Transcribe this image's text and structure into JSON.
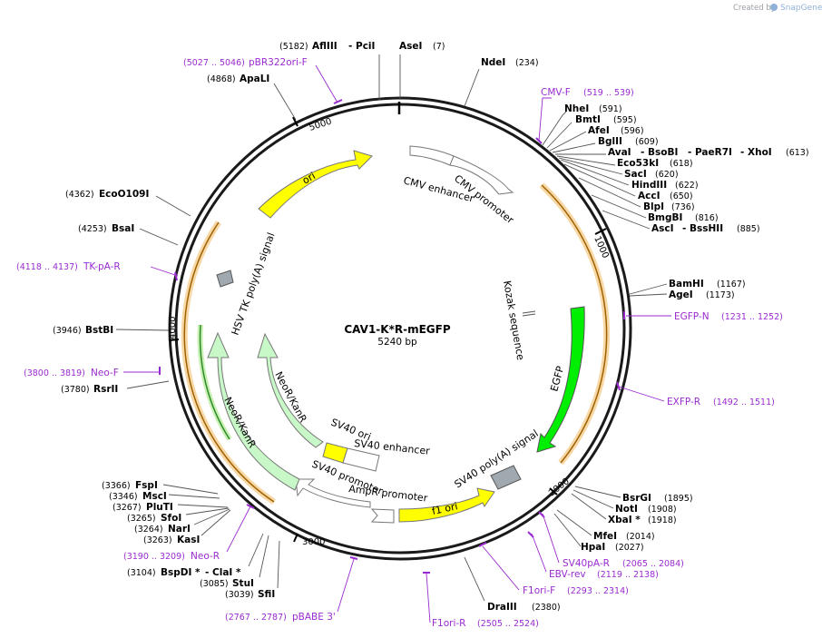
{
  "credit": {
    "prefix": "Created by",
    "brand": "SnapGene"
  },
  "plasmid": {
    "name": "CAV1-K*R-mEGFP",
    "length": "5240 bp"
  },
  "ticks": {
    "t1000": "1000",
    "t2000": "2000",
    "t3000": "3000",
    "t4000": "4000",
    "t5000": "5000"
  },
  "features": {
    "ori": "ori",
    "cmv_enhancer": "CMV enhancer",
    "cmv_promoter": "CMV promoter",
    "kozak": "Kozak sequence",
    "egfp": "EGFP",
    "sv40_polya": "SV40 poly(A) signal",
    "f1_ori": "f1 ori",
    "ampr_promoter": "AmpR promoter",
    "sv40_promoter": "SV40 promoter",
    "sv40_ori": "SV40 ori",
    "sv40_enhancer": "SV40 enhancer",
    "neor_inner": "NeoR/KanR",
    "neor_outer": "NeoR/KanR",
    "hsv_tk": "HSV TK poly(A) signal"
  },
  "sites": {
    "afliii": {
      "name": "AflIII",
      "pos": "(5182)"
    },
    "pcii": {
      "name": "- PciI"
    },
    "asei": {
      "name": "AseI",
      "pos": "(7)"
    },
    "ndei": {
      "name": "NdeI",
      "pos": "(234)"
    },
    "nhei": {
      "name": "NheI",
      "pos": "(591)"
    },
    "bmti": {
      "name": "BmtI",
      "pos": "(595)"
    },
    "afei": {
      "name": "AfeI",
      "pos": "(596)"
    },
    "bglii": {
      "name": "BglII",
      "pos": "(609)"
    },
    "avai": {
      "name": "AvaI",
      "name2": "- BsoBI",
      "name3": "- PaeR7I",
      "name4": "- XhoI",
      "pos": "(613)"
    },
    "eco53ki": {
      "name": "Eco53kI",
      "pos": "(618)"
    },
    "saci": {
      "name": "SacI",
      "pos": "(620)"
    },
    "hindiii": {
      "name": "HindIII",
      "pos": "(622)"
    },
    "acci": {
      "name": "AccI",
      "pos": "(650)"
    },
    "blpi": {
      "name": "BlpI",
      "pos": "(736)"
    },
    "bmgbi": {
      "name": "BmgBI",
      "pos": "(816)"
    },
    "asci": {
      "name": "AscI",
      "name2": "- BssHII",
      "pos": "(885)"
    },
    "bamhi": {
      "name": "BamHI",
      "pos": "(1167)"
    },
    "agei": {
      "name": "AgeI",
      "pos": "(1173)"
    },
    "bsrgi": {
      "name": "BsrGI",
      "pos": "(1895)"
    },
    "noti": {
      "name": "NotI",
      "pos": "(1908)"
    },
    "xbai": {
      "name": "XbaI *",
      "pos": "(1918)"
    },
    "mfei": {
      "name": "MfeI",
      "pos": "(2014)"
    },
    "hpai": {
      "name": "HpaI",
      "pos": "(2027)"
    },
    "draiii": {
      "name": "DraIII",
      "pos": "(2380)"
    },
    "sfii": {
      "name": "SfiI",
      "pos": "(3039)"
    },
    "stui": {
      "name": "StuI",
      "pos": "(3085)"
    },
    "bspdi": {
      "name": "BspDI *",
      "name2": "- ClaI *",
      "pos": "(3104)"
    },
    "kasi": {
      "name": "KasI",
      "pos": "(3263)"
    },
    "nari": {
      "name": "NarI",
      "pos": "(3264)"
    },
    "sfoi": {
      "name": "SfoI",
      "pos": "(3265)"
    },
    "pluti": {
      "name": "PluTI",
      "pos": "(3267)"
    },
    "msci": {
      "name": "MscI",
      "pos": "(3346)"
    },
    "fspi": {
      "name": "FspI",
      "pos": "(3366)"
    },
    "rsrii": {
      "name": "RsrII",
      "pos": "(3780)"
    },
    "bstbi": {
      "name": "BstBI",
      "pos": "(3946)"
    },
    "bsai": {
      "name": "BsaI",
      "pos": "(4253)"
    },
    "eco0109i": {
      "name": "EcoO109I",
      "pos": "(4362)"
    },
    "apali": {
      "name": "ApaLI",
      "pos": "(4868)"
    }
  },
  "primers": {
    "pbr322": {
      "name": "pBR322ori-F",
      "range": "(5027 .. 5046)"
    },
    "cmvf": {
      "name": "CMV-F",
      "range": "(519 .. 539)"
    },
    "egfpn": {
      "name": "EGFP-N",
      "range": "(1231 .. 1252)"
    },
    "exfpr": {
      "name": "EXFP-R",
      "range": "(1492 .. 1511)"
    },
    "sv40par": {
      "name": "SV40pA-R",
      "range": "(2065 .. 2084)"
    },
    "ebvrev": {
      "name": "EBV-rev",
      "range": "(2119 .. 2138)"
    },
    "f1orif": {
      "name": "F1ori-F",
      "range": "(2293 .. 2314)"
    },
    "f1orir": {
      "name": "F1ori-R",
      "range": "(2505 .. 2524)"
    },
    "pbabe3": {
      "name": "pBABE 3'",
      "range": "(2767 .. 2787)"
    },
    "neor": {
      "name": "Neo-R",
      "range": "(3190 .. 3209)"
    },
    "neof": {
      "name": "Neo-F",
      "range": "(3800 .. 3819)"
    },
    "tkpar": {
      "name": "TK-pA-R",
      "range": "(4118 .. 4137)"
    }
  }
}
